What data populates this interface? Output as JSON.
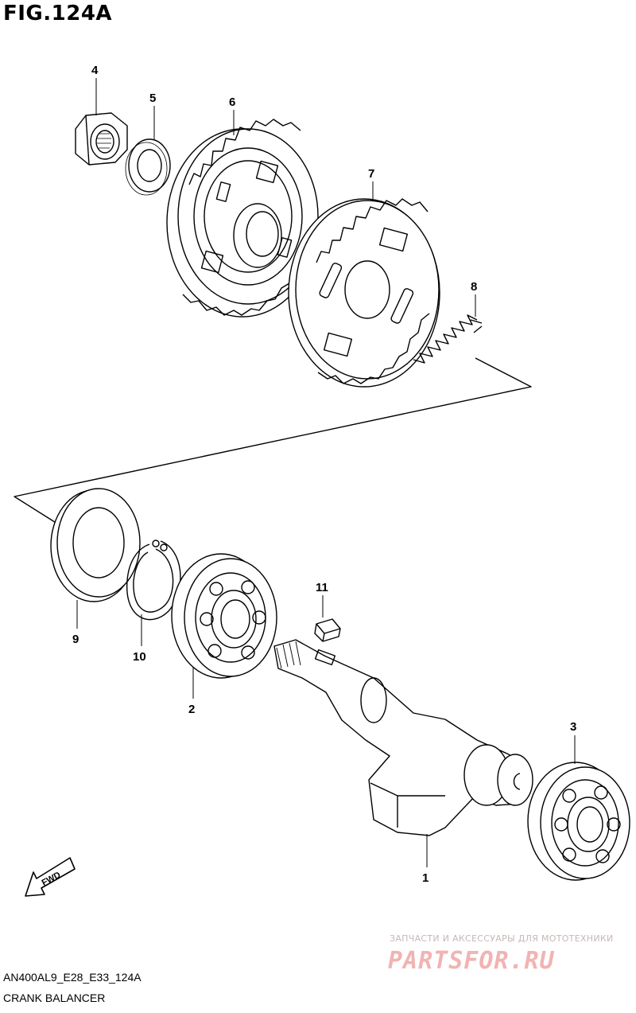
{
  "figure": {
    "title": "FIG.124A",
    "code": "AN400AL9_E28_E33_124A",
    "subtitle": "CRANK BALANCER"
  },
  "callouts": [
    {
      "id": "1",
      "label": "1"
    },
    {
      "id": "2",
      "label": "2"
    },
    {
      "id": "3",
      "label": "3"
    },
    {
      "id": "4",
      "label": "4"
    },
    {
      "id": "5",
      "label": "5"
    },
    {
      "id": "6",
      "label": "6"
    },
    {
      "id": "7",
      "label": "7"
    },
    {
      "id": "8",
      "label": "8"
    },
    {
      "id": "9",
      "label": "9"
    },
    {
      "id": "10",
      "label": "10"
    },
    {
      "id": "11",
      "label": "11"
    }
  ],
  "fwd_label": "FWD",
  "watermark": {
    "line1": "ЗАПЧАСТИ И АКСЕССУАРЫ ДЛЯ МОТОТЕХНИКИ",
    "logo": "PARTSFOR.RU"
  }
}
